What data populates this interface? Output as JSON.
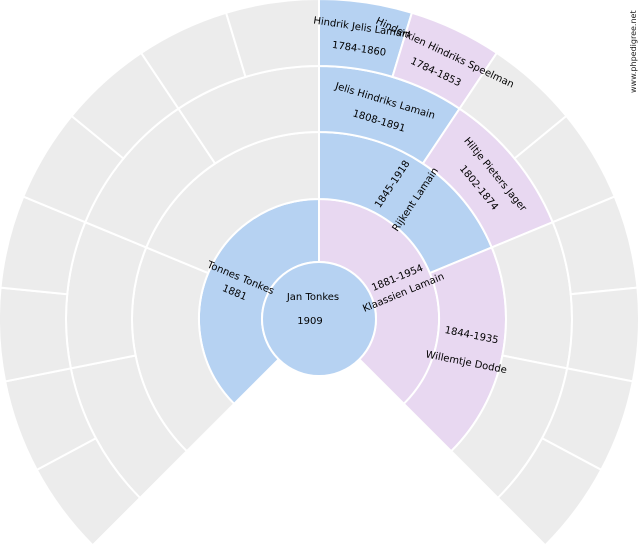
{
  "colors": {
    "male": "#b6d2f2",
    "female": "#e8d8f1",
    "empty": "#ececec"
  },
  "watermark": "www.phpedigree.net",
  "root": {
    "name": "Jan Tonkes",
    "years": "1909"
  },
  "persons": [
    {
      "id": "father",
      "name": "Tonnes Tonkes",
      "years": "1881",
      "sex": "male"
    },
    {
      "id": "mother",
      "name": "Klaassien Lamain",
      "years": "1881-1954",
      "sex": "female"
    },
    {
      "id": "mf",
      "name": "Rijkent Lamain",
      "years": "1845-1918",
      "sex": "male"
    },
    {
      "id": "mm",
      "name": "Willemtje Dodde",
      "years": "1844-1935",
      "sex": "female"
    },
    {
      "id": "mff",
      "name": "Jelis Hindriks Lamain",
      "years": "1808-1891",
      "sex": "male"
    },
    {
      "id": "mfm",
      "name": "Hiltje Pieters Jager",
      "years": "1802-1874",
      "sex": "female"
    },
    {
      "id": "mfff",
      "name": "Hindrik Jelis Lamain",
      "years": "1784-1860",
      "sex": "male"
    },
    {
      "id": "mffm",
      "name": "Hinderkien Hindriks Speelman",
      "years": "1784-1853",
      "sex": "female"
    }
  ]
}
